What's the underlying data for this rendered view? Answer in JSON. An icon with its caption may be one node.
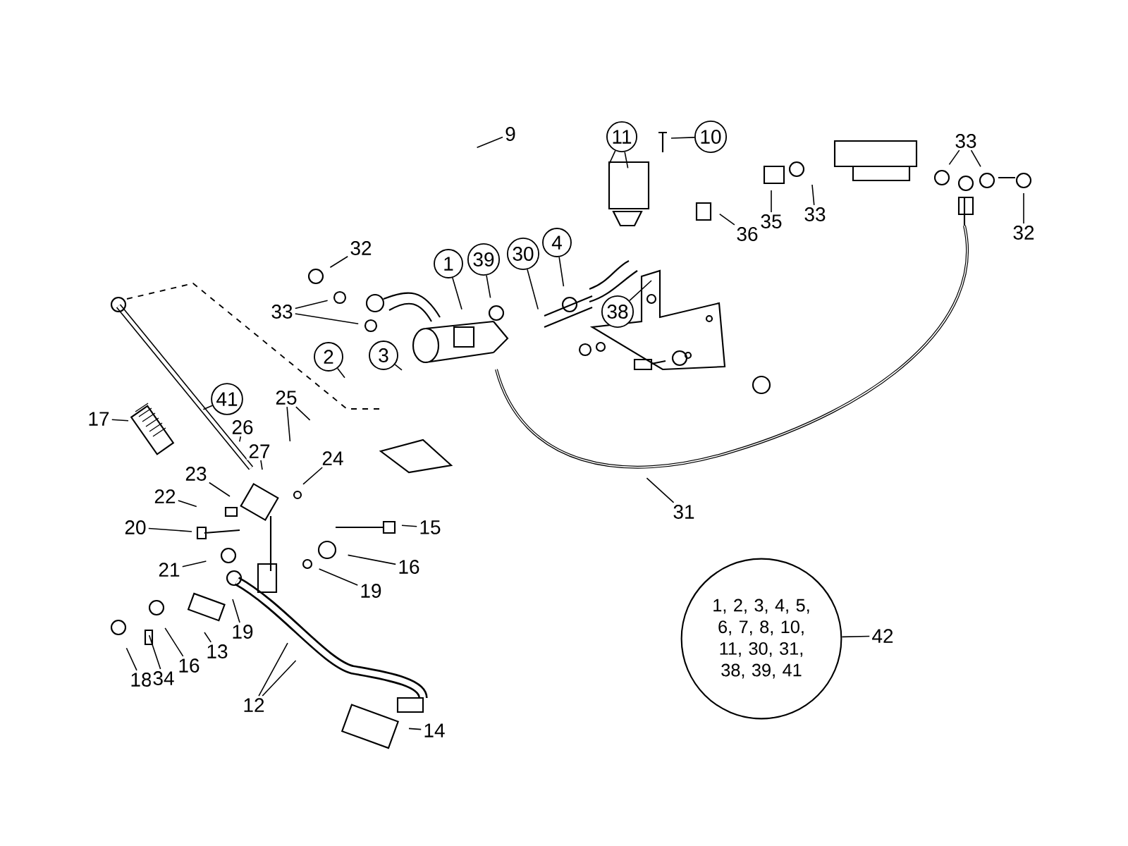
{
  "diagram": {
    "nodes": [
      {
        "text": [
          "9"
        ]
      },
      {
        "text": [
          "11"
        ]
      },
      {
        "text": [
          "10"
        ]
      },
      {
        "text": [
          "33"
        ]
      },
      {
        "text": [
          "36"
        ]
      },
      {
        "text": [
          "35"
        ]
      },
      {
        "text": [
          "33"
        ]
      },
      {
        "text": [
          "32"
        ]
      },
      {
        "text": [
          "32"
        ]
      },
      {
        "text": [
          "1"
        ]
      },
      {
        "text": [
          "39"
        ]
      },
      {
        "text": [
          "30"
        ]
      },
      {
        "text": [
          "4"
        ]
      },
      {
        "text": [
          "33"
        ]
      },
      {
        "text": [
          "38"
        ]
      },
      {
        "text": [
          "3"
        ]
      },
      {
        "text": [
          "2"
        ]
      },
      {
        "text": [
          "41"
        ]
      },
      {
        "text": [
          "25"
        ]
      },
      {
        "text": [
          "17"
        ]
      },
      {
        "text": [
          "26"
        ]
      },
      {
        "text": [
          "27"
        ]
      },
      {
        "text": [
          "24"
        ]
      },
      {
        "text": [
          "23"
        ]
      },
      {
        "text": [
          "22"
        ]
      },
      {
        "text": [
          "31"
        ]
      },
      {
        "text": [
          "20"
        ]
      },
      {
        "text": [
          "15"
        ]
      },
      {
        "text": [
          "16"
        ]
      },
      {
        "text": [
          "21"
        ]
      },
      {
        "text": [
          "19"
        ]
      },
      {
        "text": [
          "19"
        ]
      },
      {
        "text": [
          "1, 2, 3, 4, 5, 6, 7, 8, 10, 11, 30, 31, 38, 39, 41"
        ]
      },
      {
        "text": [
          "42"
        ]
      },
      {
        "text": [
          "13"
        ]
      },
      {
        "text": [
          "18"
        ]
      },
      {
        "text": [
          "34"
        ]
      },
      {
        "text": [
          "16"
        ]
      },
      {
        "text": [
          "12"
        ]
      },
      {
        "text": [
          "14"
        ]
      }
    ],
    "edges": [
      {
        "from": 0,
        "to": null,
        "arrow": "none"
      },
      {
        "from": 1,
        "to": null,
        "arrow": "none"
      },
      {
        "from": 1,
        "to": null,
        "arrow": "none"
      },
      {
        "from": 2,
        "to": null,
        "arrow": "none"
      },
      {
        "from": 3,
        "to": null,
        "arrow": "none"
      },
      {
        "from": 3,
        "to": null,
        "arrow": "none"
      },
      {
        "from": 4,
        "to": null,
        "arrow": "none"
      },
      {
        "from": 5,
        "to": null,
        "arrow": "none"
      },
      {
        "from": 6,
        "to": null,
        "arrow": "none"
      },
      {
        "from": 7,
        "to": null,
        "arrow": "none"
      },
      {
        "from": 8,
        "to": null,
        "arrow": "none"
      },
      {
        "from": 9,
        "to": null,
        "arrow": "none"
      },
      {
        "from": 10,
        "to": null,
        "arrow": "none"
      },
      {
        "from": 11,
        "to": null,
        "arrow": "none"
      },
      {
        "from": 12,
        "to": null,
        "arrow": "none"
      },
      {
        "from": 13,
        "to": null,
        "arrow": "none"
      },
      {
        "from": 13,
        "to": null,
        "arrow": "none"
      },
      {
        "from": 14,
        "to": null,
        "arrow": "none"
      },
      {
        "from": 15,
        "to": null,
        "arrow": "none"
      },
      {
        "from": 16,
        "to": null,
        "arrow": "none"
      },
      {
        "from": 17,
        "to": null,
        "arrow": "none"
      },
      {
        "from": 18,
        "to": null,
        "arrow": "none"
      },
      {
        "from": 18,
        "to": null,
        "arrow": "none"
      },
      {
        "from": 19,
        "to": null,
        "arrow": "none"
      },
      {
        "from": 20,
        "to": null,
        "arrow": "none"
      },
      {
        "from": 21,
        "to": null,
        "arrow": "none"
      },
      {
        "from": 22,
        "to": null,
        "arrow": "none"
      },
      {
        "from": 23,
        "to": null,
        "arrow": "none"
      },
      {
        "from": 24,
        "to": null,
        "arrow": "none"
      },
      {
        "from": 25,
        "to": null,
        "arrow": "none"
      },
      {
        "from": 26,
        "to": null,
        "arrow": "none"
      },
      {
        "from": 27,
        "to": null,
        "arrow": "none"
      },
      {
        "from": 28,
        "to": null,
        "arrow": "none"
      },
      {
        "from": 29,
        "to": null,
        "arrow": "none"
      },
      {
        "from": 30,
        "to": null,
        "arrow": "none"
      },
      {
        "from": 31,
        "to": null,
        "arrow": "none"
      },
      {
        "from": 33,
        "to": 32,
        "arrow": "none"
      },
      {
        "from": 34,
        "to": null,
        "arrow": "none"
      },
      {
        "from": 35,
        "to": null,
        "arrow": "none"
      },
      {
        "from": 36,
        "to": null,
        "arrow": "none"
      },
      {
        "from": 37,
        "to": null,
        "arrow": "none"
      },
      {
        "from": 38,
        "to": null,
        "arrow": "none"
      },
      {
        "from": 38,
        "to": null,
        "arrow": "none"
      },
      {
        "from": 39,
        "to": null,
        "arrow": "none"
      }
    ]
  }
}
